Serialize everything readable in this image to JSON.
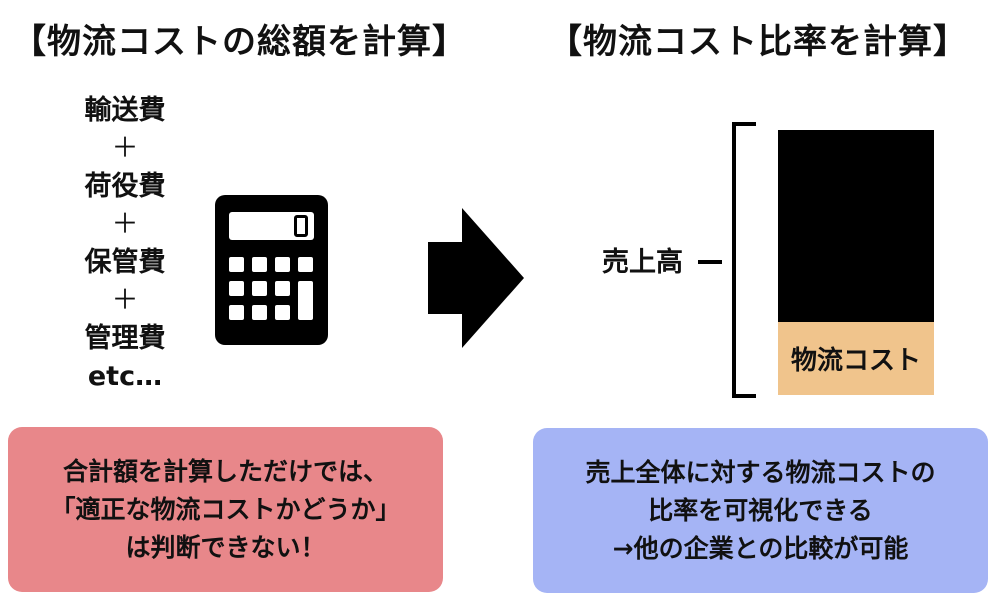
{
  "titles": {
    "left": "【物流コストの総額を計算】",
    "right": "【物流コスト比率を計算】"
  },
  "cost_items": [
    {
      "label": "輸送費"
    },
    {
      "label": "＋"
    },
    {
      "label": "荷役費"
    },
    {
      "label": "＋"
    },
    {
      "label": "保管費"
    },
    {
      "label": "＋"
    },
    {
      "label": "管理費"
    },
    {
      "label": "etc…"
    }
  ],
  "calculator": {
    "icon": "calculator-icon",
    "display_value": "0"
  },
  "arrow": {
    "icon": "right-arrow-icon"
  },
  "ratio_diagram": {
    "sales_label": "売上高",
    "logistics_label": "物流コスト",
    "colors": {
      "sales": "#000000",
      "logistics": "#f0c48c"
    }
  },
  "notes": {
    "left": {
      "lines": [
        "合計額を計算しただけでは、",
        "「適正な物流コストかどうか」",
        "は判断できない！"
      ],
      "color": "#e8878a"
    },
    "right": {
      "lines": [
        "売上全体に対する物流コストの",
        "比率を可視化できる",
        "→他の企業との比較が可能"
      ],
      "color": "#a5b4f5"
    }
  }
}
